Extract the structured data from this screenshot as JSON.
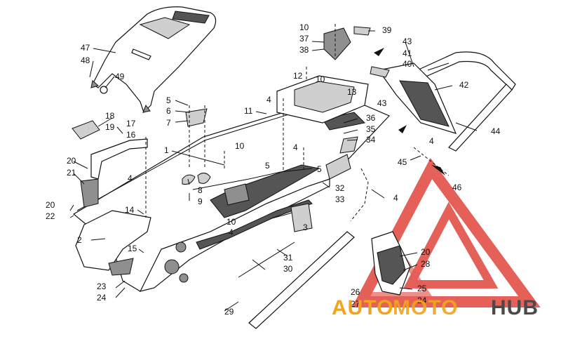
{
  "diagram": {
    "labels": [
      {
        "id": "47",
        "text": "47"
      },
      {
        "id": "48",
        "text": "48"
      },
      {
        "id": "49",
        "text": "49"
      },
      {
        "id": "10a",
        "text": "10"
      },
      {
        "id": "37",
        "text": "37"
      },
      {
        "id": "38",
        "text": "38"
      },
      {
        "id": "39",
        "text": "39"
      },
      {
        "id": "43a",
        "text": "43"
      },
      {
        "id": "41",
        "text": "41"
      },
      {
        "id": "40",
        "text": "40"
      },
      {
        "id": "12",
        "text": "12"
      },
      {
        "id": "10b",
        "text": "10"
      },
      {
        "id": "13",
        "text": "13"
      },
      {
        "id": "43b",
        "text": "43"
      },
      {
        "id": "42",
        "text": "42"
      },
      {
        "id": "5a",
        "text": "5"
      },
      {
        "id": "6",
        "text": "6"
      },
      {
        "id": "7",
        "text": "7"
      },
      {
        "id": "4a",
        "text": "4"
      },
      {
        "id": "11",
        "text": "11"
      },
      {
        "id": "36",
        "text": "36"
      },
      {
        "id": "35",
        "text": "35"
      },
      {
        "id": "34",
        "text": "34"
      },
      {
        "id": "44",
        "text": "44"
      },
      {
        "id": "18",
        "text": "18"
      },
      {
        "id": "19",
        "text": "19"
      },
      {
        "id": "17",
        "text": "17"
      },
      {
        "id": "16",
        "text": "16"
      },
      {
        "id": "1",
        "text": "1"
      },
      {
        "id": "10c",
        "text": "10"
      },
      {
        "id": "4b",
        "text": "4"
      },
      {
        "id": "4c",
        "text": "4"
      },
      {
        "id": "45",
        "text": "45"
      },
      {
        "id": "20a",
        "text": "20"
      },
      {
        "id": "21",
        "text": "21"
      },
      {
        "id": "5b",
        "text": "5"
      },
      {
        "id": "5c",
        "text": "5"
      },
      {
        "id": "46",
        "text": "46"
      },
      {
        "id": "8",
        "text": "8"
      },
      {
        "id": "9",
        "text": "9"
      },
      {
        "id": "4d",
        "text": "4"
      },
      {
        "id": "32",
        "text": "32"
      },
      {
        "id": "33",
        "text": "33"
      },
      {
        "id": "4e",
        "text": "4"
      },
      {
        "id": "20b",
        "text": "20"
      },
      {
        "id": "22",
        "text": "22"
      },
      {
        "id": "14",
        "text": "14"
      },
      {
        "id": "2",
        "text": "2"
      },
      {
        "id": "10d",
        "text": "10"
      },
      {
        "id": "4f",
        "text": "4"
      },
      {
        "id": "3",
        "text": "3"
      },
      {
        "id": "15",
        "text": "15"
      },
      {
        "id": "31",
        "text": "31"
      },
      {
        "id": "30",
        "text": "30"
      },
      {
        "id": "20c",
        "text": "20"
      },
      {
        "id": "28",
        "text": "28"
      },
      {
        "id": "23",
        "text": "23"
      },
      {
        "id": "24a",
        "text": "24"
      },
      {
        "id": "25",
        "text": "25"
      },
      {
        "id": "26",
        "text": "26"
      },
      {
        "id": "27",
        "text": "27"
      },
      {
        "id": "24b",
        "text": "24"
      },
      {
        "id": "29",
        "text": "29"
      }
    ]
  },
  "watermark": {
    "part1": "AUTO",
    "part2": "MOTO",
    "part3": "HUB",
    "color_orange": "#f2a41c",
    "color_red": "#e0453c",
    "color_grey": "#4a4a4a"
  }
}
